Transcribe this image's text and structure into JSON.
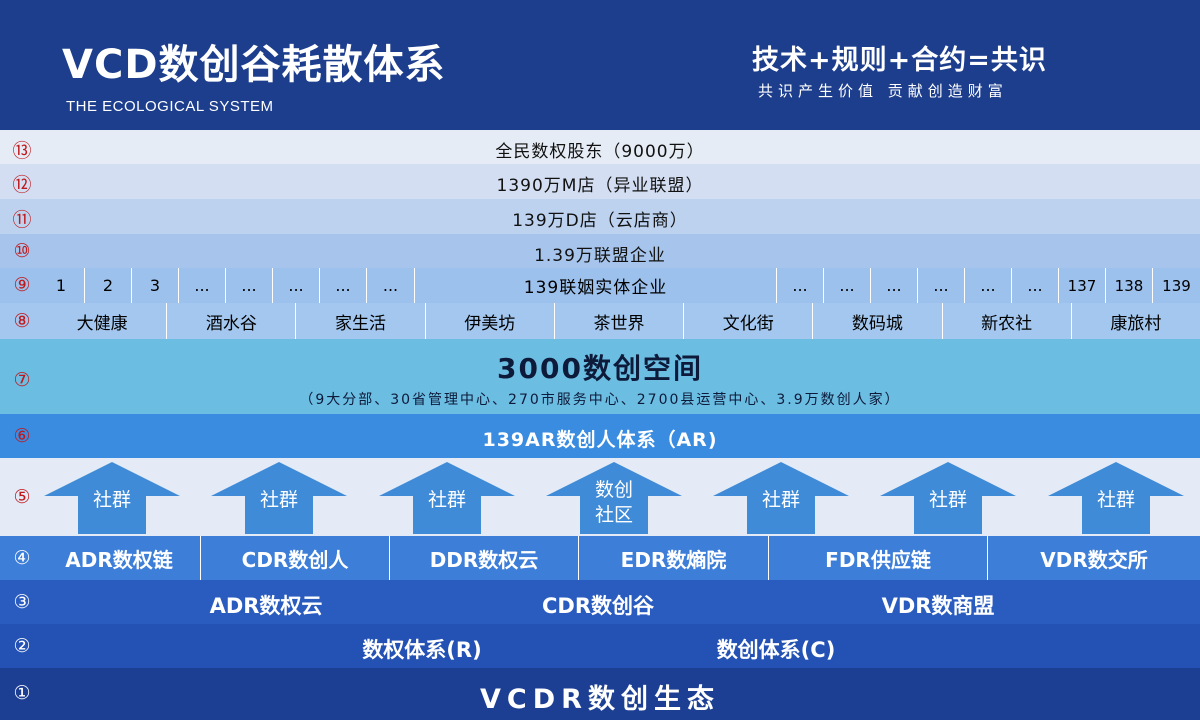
{
  "header": {
    "title": "VCD数创谷耗散体系",
    "subtitle": "THE ECOLOGICAL SYSTEM",
    "slogan": "技术+规则+合约=共识",
    "slogan_sub": "共识产生价值 贡献创造财富"
  },
  "colors": {
    "header_bg": "#1d3e8d",
    "number_red": "#c0181b",
    "arrow_blue": "#3f8bd8",
    "row7_bg": "#6bbde2",
    "row6_bg": "#3a8ce0",
    "row4_bg": "#3d7ed8",
    "row3_bg": "#2a5cc0",
    "row2_bg": "#2351b4",
    "row1_bg": "#1d3f93"
  },
  "levels": [
    {
      "no": "⑬",
      "text": "全民数权股东（9000万）"
    },
    {
      "no": "⑫",
      "text": "1390万M店（异业联盟）"
    },
    {
      "no": "⑪",
      "text": "139万D店（云店商）"
    },
    {
      "no": "⑩",
      "text": "1.39万联盟企业"
    },
    {
      "no": "⑨",
      "text": "139联姻实体企业"
    },
    {
      "no": "⑧"
    },
    {
      "no": "⑦",
      "text": "3000数创空间",
      "sub": "（9大分部、30省管理中心、270市服务中心、2700县运营中心、3.9万数创人家）"
    },
    {
      "no": "⑥",
      "text": "139AR数创人体系（AR)"
    },
    {
      "no": "⑤"
    },
    {
      "no": "④"
    },
    {
      "no": "③"
    },
    {
      "no": "②"
    },
    {
      "no": "①",
      "text": "VCDR数创生态"
    }
  ],
  "row9_left": [
    "1",
    "2",
    "3",
    "...",
    "...",
    "...",
    "...",
    "..."
  ],
  "row9_right": [
    "...",
    "...",
    "...",
    "...",
    "...",
    "...",
    "137",
    "138",
    "139"
  ],
  "row8_items": [
    "大健康",
    "酒水谷",
    "家生活",
    "伊美坊",
    "茶世界",
    "文化街",
    "数码城",
    "新农社",
    "康旅村"
  ],
  "arrows": [
    "社群",
    "社群",
    "社群",
    "数创社区",
    "社群",
    "社群",
    "社群"
  ],
  "row4_items": [
    "ADR数权链",
    "CDR数创人",
    "DDR数权云",
    "EDR数熵院",
    "FDR供应链",
    "VDR数交所"
  ],
  "row3_items": [
    "ADR数权云",
    "CDR数创谷",
    "VDR数商盟"
  ],
  "row2_items": [
    "数权体系(R)",
    "数创体系(C)"
  ]
}
